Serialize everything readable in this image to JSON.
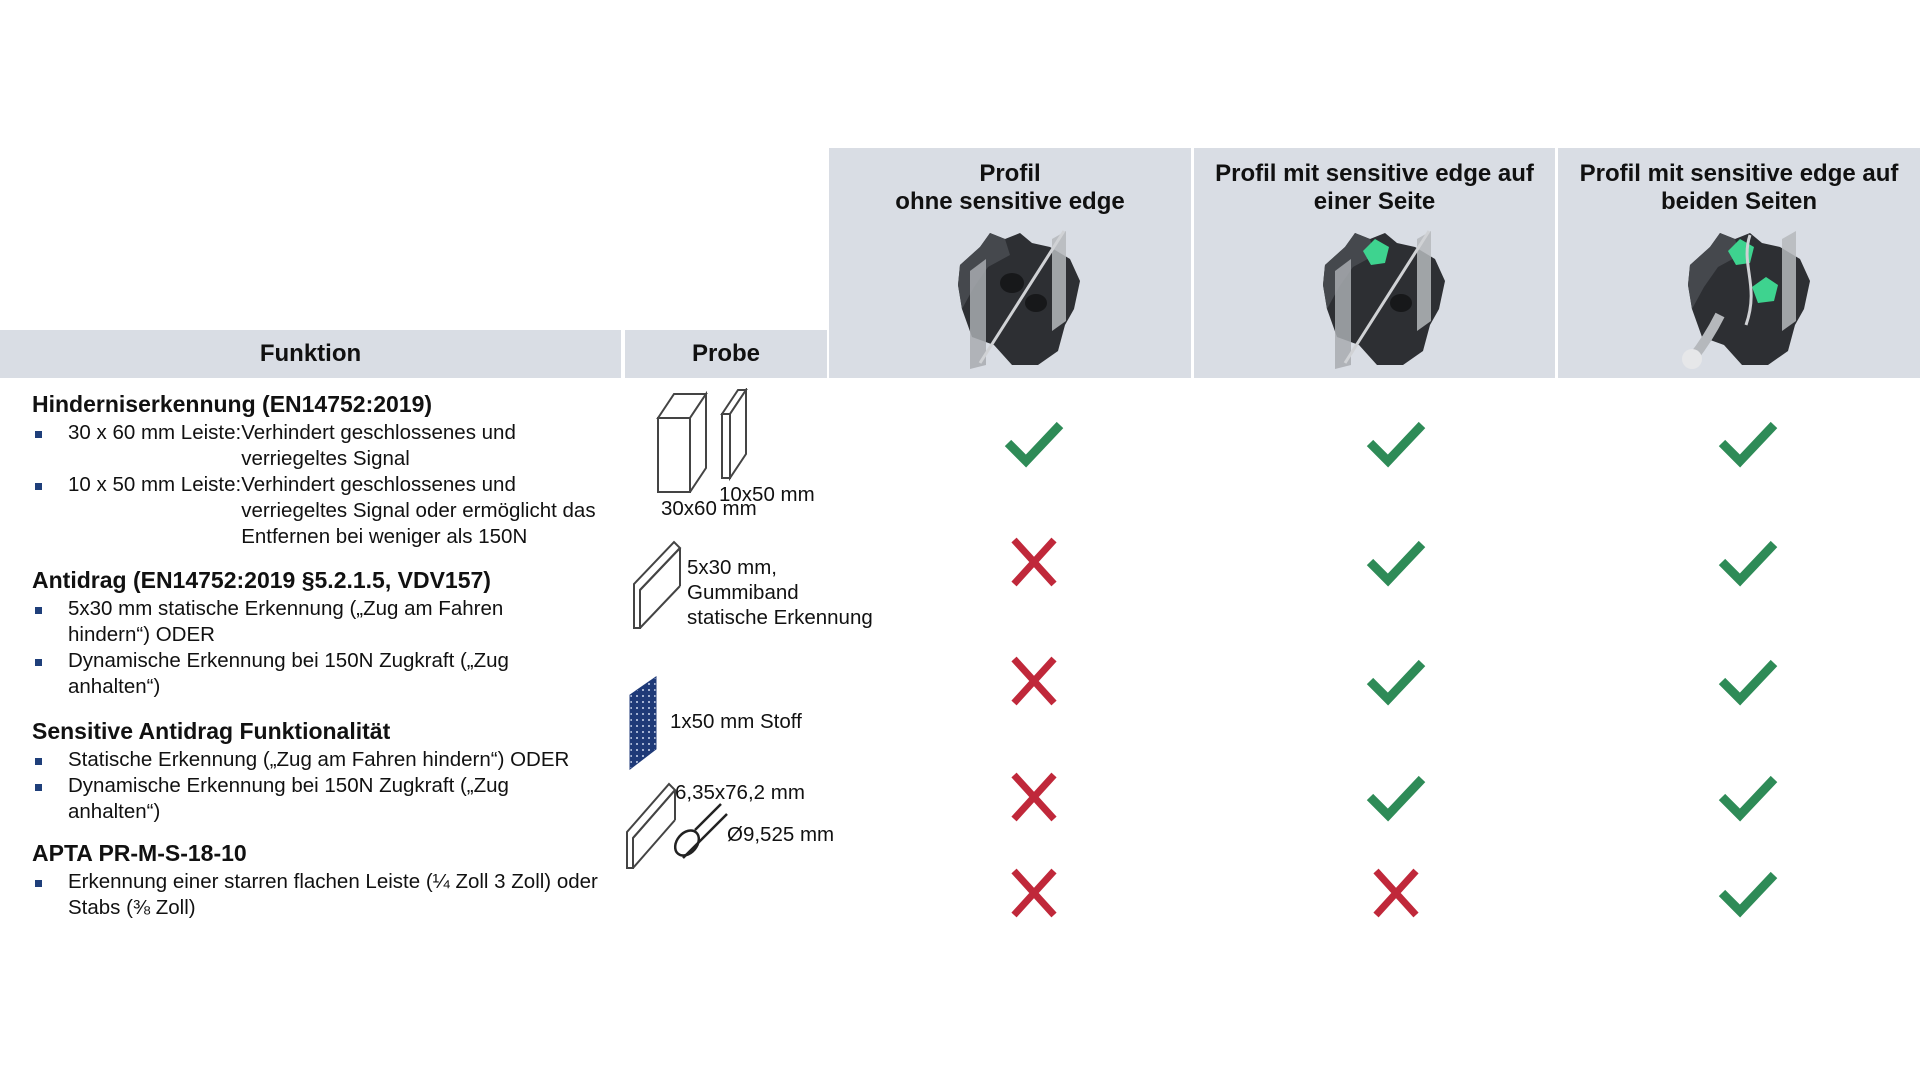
{
  "header": {
    "funktion": "Funktion",
    "probe": "Probe",
    "columns": [
      {
        "label": "Profil\nohne sensitive edge"
      },
      {
        "label": "Profil mit sensitive edge auf\neiner Seite"
      },
      {
        "label": "Profil mit sensitive edge auf\nbeiden Seiten"
      }
    ]
  },
  "sections": [
    {
      "title": "Hinderniserkennung (EN14752:2019)",
      "bullets": [
        {
          "key": "30 x 60 mm Leiste: ",
          "text": "Verhindert geschlossenes und verriegeltes Signal"
        },
        {
          "key": "10 x 50 mm Leiste: ",
          "text": "Verhindert geschlossenes und verriegeltes Signal oder ermöglicht das Entfernen bei weniger als 150N"
        }
      ]
    },
    {
      "title": "Antidrag (EN14752:2019 §5.2.1.5, VDV157)",
      "bullets": [
        {
          "text": "5x30 mm statische Erkennung („Zug am Fahren hindern“) ODER"
        },
        {
          "text": "Dynamische Erkennung bei 150N Zugkraft („Zug anhalten“)"
        }
      ]
    },
    {
      "title": "Sensitive Antidrag Funktionalität",
      "bullets": [
        {
          "text": "Statische Erkennung („Zug am Fahren hindern“) ODER"
        },
        {
          "text": "Dynamische Erkennung bei 150N Zugkraft („Zug anhalten“)"
        }
      ]
    },
    {
      "title": "APTA PR-M-S-18-10",
      "bullets": [
        {
          "text": "Erkennung einer starren flachen Leiste (¼ Zoll 3 Zoll) oder Stabs (⅜ Zoll)"
        }
      ]
    }
  ],
  "probes": {
    "p1a": "30x60 mm",
    "p1b": "10x50 mm",
    "p2": "5x30 mm,\nGummiband\nstatische Erkennung",
    "p3": "1x50 mm Stoff",
    "p4a": "6,35x76,2 mm",
    "p4b": "Ø9,525 mm"
  },
  "results": [
    [
      "check",
      "check",
      "check"
    ],
    [
      "cross",
      "check",
      "check"
    ],
    [
      "cross",
      "check",
      "check"
    ],
    [
      "cross",
      "check",
      "check"
    ],
    [
      "cross",
      "cross",
      "check"
    ]
  ],
  "colors": {
    "header_bg": "#d9dde4",
    "check": "#2e8b57",
    "cross": "#c0283a",
    "bullet": "#1f3f7a",
    "sensor": "#3ed38f"
  }
}
